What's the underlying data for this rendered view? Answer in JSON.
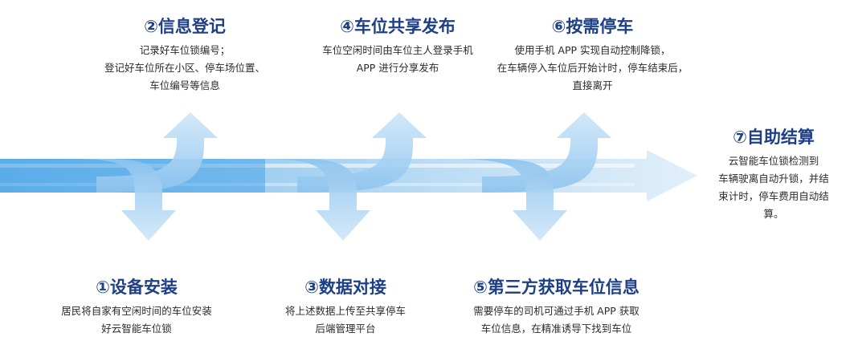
{
  "steps": [
    {
      "id": "1",
      "title": "①设备安装",
      "lines": [
        "居民将自家有空闲时间的车位安装",
        "好云智能车位锁"
      ]
    },
    {
      "id": "2",
      "title": "②信息登记",
      "lines": [
        "记录好车位锁编号；",
        "登记好车位所在小区、停车场位置、",
        "车位编号等信息"
      ]
    },
    {
      "id": "3",
      "title": "③数据对接",
      "lines": [
        "将上述数据上传至共享停车",
        "后端管理平台"
      ]
    },
    {
      "id": "4",
      "title": "④车位共享发布",
      "lines": [
        "车位空闲时间由车位主人登录手机",
        "APP 进行分享发布"
      ]
    },
    {
      "id": "5",
      "title": "⑤第三方获取车位信息",
      "lines": [
        "需要停车的司机可通过手机 APP 获取",
        "车位信息，在精准诱导下找到车位"
      ]
    },
    {
      "id": "6",
      "title": "⑥按需停车",
      "lines": [
        "使用手机 APP 实现自动控制降锁，",
        "在车辆停入车位后开始计时，停车结束后，",
        "直接离开"
      ]
    },
    {
      "id": "7",
      "title": "⑦自助结算",
      "lines": [
        "云智能车位锁检测到",
        "车辆驶离自动升锁，并结",
        "束计时，停车费用自动结",
        "算。"
      ]
    }
  ],
  "colors": {
    "title": "#1d3f86",
    "text": "#2b2b2b",
    "band_dark": "#3d9ce4",
    "band_light": "#cfe5f7",
    "arrow": "#9fcdf0"
  }
}
